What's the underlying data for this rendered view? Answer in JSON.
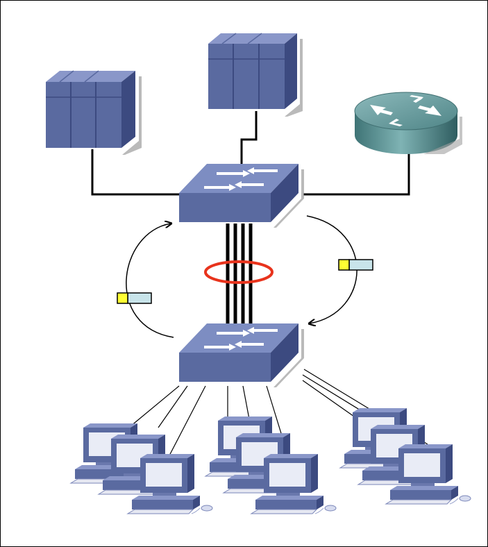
{
  "diagram": {
    "nodes": [
      {
        "id": "server-left",
        "kind": "server"
      },
      {
        "id": "server-center",
        "kind": "server"
      },
      {
        "id": "router",
        "kind": "router"
      },
      {
        "id": "switch-core",
        "kind": "switch"
      },
      {
        "id": "switch-access",
        "kind": "switch"
      },
      {
        "id": "workstation-1",
        "kind": "workstation"
      },
      {
        "id": "workstation-2",
        "kind": "workstation"
      },
      {
        "id": "workstation-3",
        "kind": "workstation"
      },
      {
        "id": "workstation-4",
        "kind": "workstation"
      },
      {
        "id": "workstation-5",
        "kind": "workstation"
      },
      {
        "id": "workstation-6",
        "kind": "workstation"
      },
      {
        "id": "workstation-7",
        "kind": "workstation"
      },
      {
        "id": "workstation-8",
        "kind": "workstation"
      },
      {
        "id": "workstation-9",
        "kind": "workstation"
      }
    ],
    "trunk": {
      "link_count": 4,
      "bundled": true,
      "bundle_marker_color": "#e8331c"
    },
    "flows": [
      {
        "id": "flow-left",
        "direction": "up",
        "frame_icon": "frame-icon"
      },
      {
        "id": "flow-right",
        "direction": "down",
        "frame_icon": "frame-icon"
      }
    ],
    "colors": {
      "device_front": "#5a6aa0",
      "device_top": "#7d8dc2",
      "device_side": "#3c4a80",
      "router": "#4f8a8c",
      "frame_header": "#ffff33",
      "frame_body": "#c8e4ea",
      "link": "#000000"
    }
  }
}
